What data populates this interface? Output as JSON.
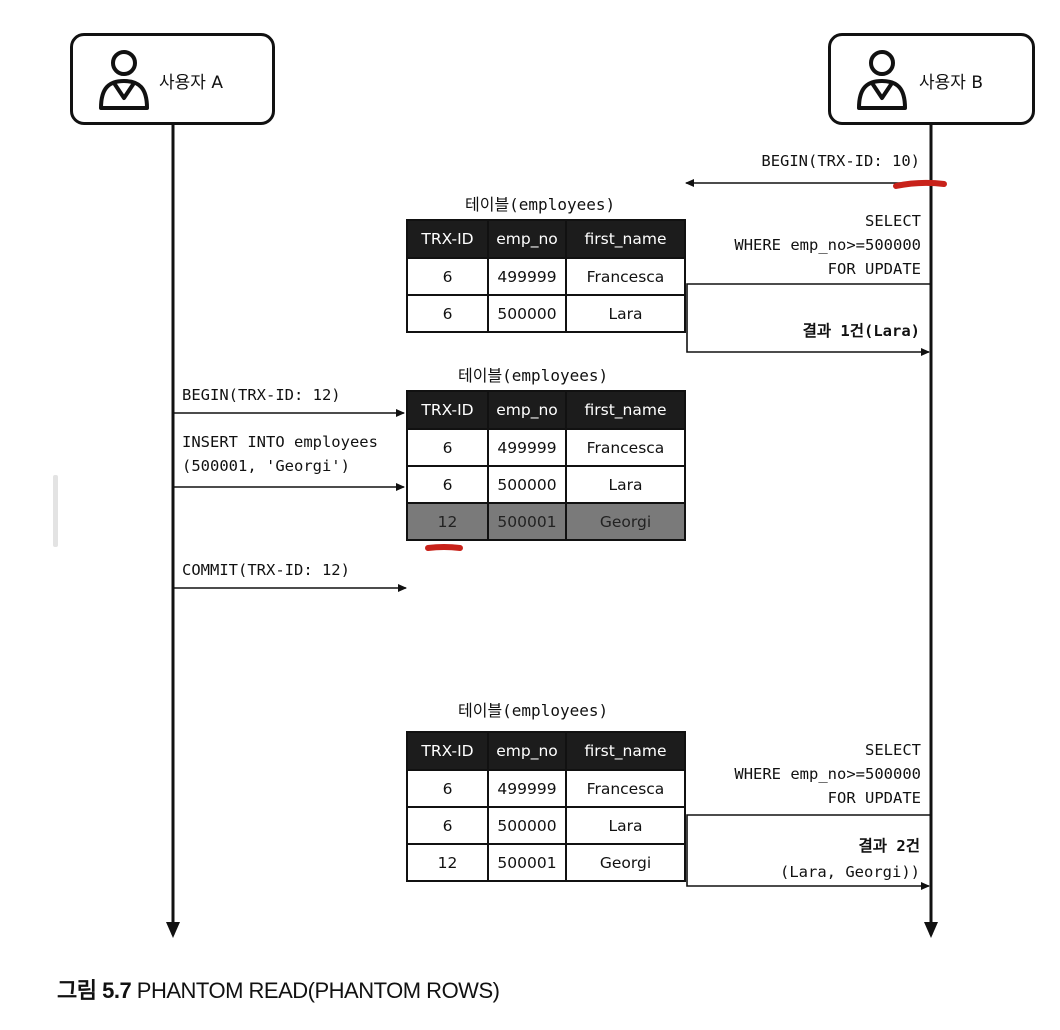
{
  "users": {
    "a": "사용자 A",
    "b": "사용자 B"
  },
  "messages": {
    "b_begin": "BEGIN(TRX-ID: 10)",
    "b_select1": "SELECT\nWHERE emp_no>=500000\nFOR UPDATE",
    "b_result1": "결과 1건(Lara)",
    "a_begin": "BEGIN(TRX-ID: 12)",
    "a_insert": "INSERT INTO employees\n(500001, 'Georgi')",
    "a_commit": "COMMIT(TRX-ID: 12)",
    "b_select2": "SELECT\nWHERE emp_no>=500000\nFOR UPDATE",
    "b_result2_line1": "결과 2건",
    "b_result2_line2": "(Lara, Georgi))"
  },
  "tables": [
    {
      "caption": "테이블(employees)",
      "headers": [
        "TRX-ID",
        "emp_no",
        "first_name"
      ],
      "rows": [
        [
          "6",
          "499999",
          "Francesca"
        ],
        [
          "6",
          "500000",
          "Lara"
        ]
      ]
    },
    {
      "caption": "테이블(employees)",
      "headers": [
        "TRX-ID",
        "emp_no",
        "first_name"
      ],
      "rows": [
        [
          "6",
          "499999",
          "Francesca"
        ],
        [
          "6",
          "500000",
          "Lara"
        ],
        [
          "12",
          "500001",
          "Georgi"
        ]
      ],
      "highlighted_row": 2
    },
    {
      "caption": "테이블(employees)",
      "headers": [
        "TRX-ID",
        "emp_no",
        "first_name"
      ],
      "rows": [
        [
          "6",
          "499999",
          "Francesca"
        ],
        [
          "6",
          "500000",
          "Lara"
        ],
        [
          "12",
          "500001",
          "Georgi"
        ]
      ]
    }
  ],
  "figure_caption": {
    "prefix": "그림 5.7",
    "text": " PHANTOM READ(PHANTOM ROWS)"
  },
  "colors": {
    "line": "#111111",
    "header_bg": "#1c1c1c",
    "highlight_row": "#7a7a7a",
    "red_mark": "#c8221a"
  },
  "icons": [
    "user-icon",
    "user-icon"
  ]
}
